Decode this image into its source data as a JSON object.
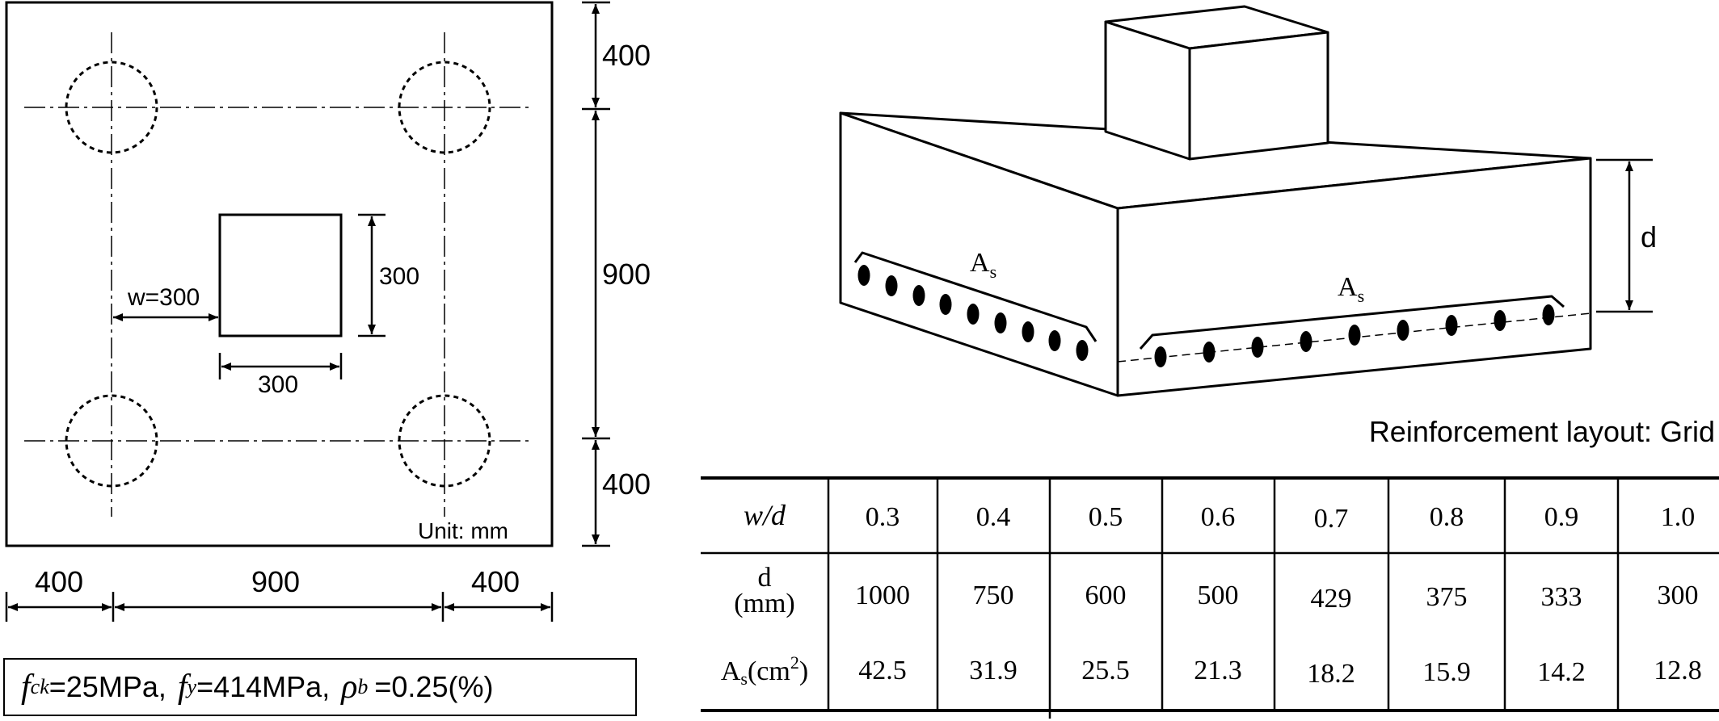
{
  "plan": {
    "unit_label": "Unit: mm",
    "dims_right": [
      "400",
      "900",
      "400"
    ],
    "dims_bottom": [
      "400",
      "900",
      "400"
    ],
    "column_width": "300",
    "column_height": "300",
    "w_label": "w=300"
  },
  "params": {
    "fck_symbol": "f",
    "fck_sub": "ck",
    "fck_value": "=25MPa,",
    "fy_symbol": "f",
    "fy_sub": "y",
    "fy_value": "=414MPa,",
    "rho_symbol": "ρ",
    "rho_sub": "b",
    "rho_value": "=0.25(%)"
  },
  "iso": {
    "d_label": "d",
    "as_main": "A",
    "as_sub": "s",
    "layout_label": "Reinforcement layout: Grid"
  },
  "table": {
    "wd_label": "w/d",
    "wd_values": [
      "0.3",
      "0.4",
      "0.5",
      "0.6",
      "0.7",
      "0.8",
      "0.9",
      "1.0"
    ],
    "d_label_1": "d",
    "d_label_2": "(mm)",
    "d_values": [
      "1000",
      "750",
      "600",
      "500",
      "429",
      "375",
      "333",
      "300"
    ],
    "as_label_main": "A",
    "as_label_sub": "s",
    "as_label_unit": "(cm",
    "as_label_sup": "2",
    "as_label_close": ")",
    "as_values": [
      "42.5",
      "31.9",
      "25.5",
      "21.3",
      "18.2",
      "15.9",
      "14.2",
      "12.8"
    ]
  }
}
